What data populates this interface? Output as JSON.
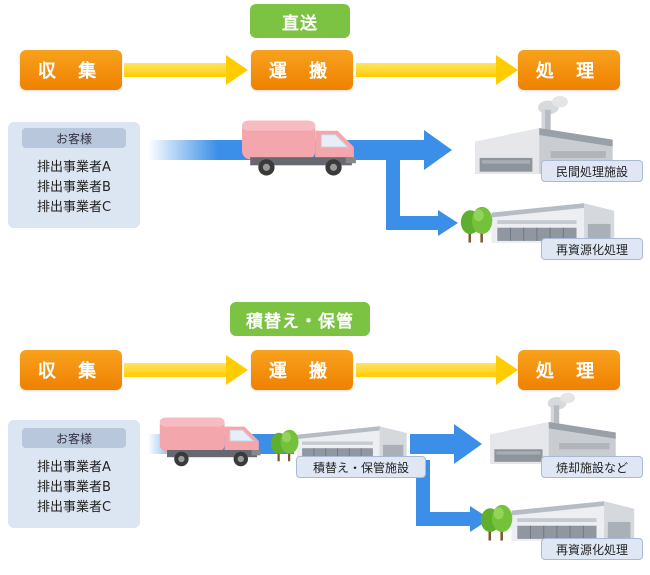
{
  "sections": [
    {
      "route_label": "直送",
      "steps": [
        "収 集",
        "運 搬",
        "処 理"
      ],
      "customer": {
        "title": "お客様",
        "lines": [
          "排出事業者A",
          "排出事業者B",
          "排出事業者C"
        ]
      },
      "facilities": [
        "民間処理施設",
        "再資源化処理"
      ]
    },
    {
      "route_label": "積替え・保管",
      "steps": [
        "収 集",
        "運 搬",
        "処 理"
      ],
      "customer": {
        "title": "お客様",
        "lines": [
          "排出事業者A",
          "排出事業者B",
          "排出事業者C"
        ]
      },
      "transfer_facility": "積替え・保管施設",
      "facilities": [
        "焼却施設など",
        "再資源化処理"
      ]
    }
  ],
  "colors": {
    "green": "#7cc243",
    "orange": "#f39200",
    "yellow_arrow": "#ffd400",
    "blue_arrow": "#3b8fe8",
    "truck_pink": "#f4a6ad",
    "panel_blue": "#dce5f2"
  },
  "icons": [
    "truck-icon",
    "factory-icon",
    "warehouse-icon",
    "tree-icon"
  ]
}
